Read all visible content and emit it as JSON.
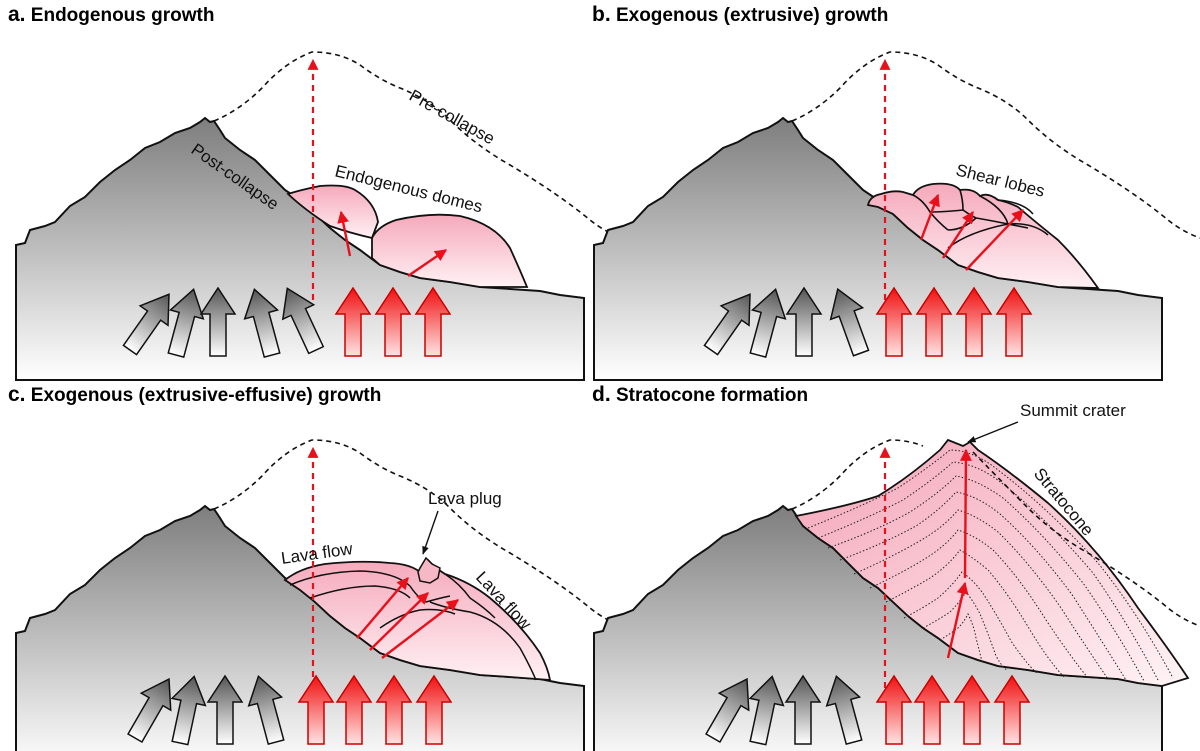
{
  "figure": {
    "panels": [
      {
        "letter": "a.",
        "title": "Endogenous growth",
        "labels": {
          "pre_collapse": "Pre-collapse",
          "post_collapse": "Post-collapse",
          "domes": "Endogenous domes"
        }
      },
      {
        "letter": "b.",
        "title": "Exogenous (extrusive) growth",
        "labels": {
          "lobes": "Shear lobes"
        }
      },
      {
        "letter": "c.",
        "title": "Exogenous (extrusive-effusive) growth",
        "labels": {
          "lava_plug": "Lava plug",
          "lava_flow_left": "Lava flow",
          "lava_flow_right": "Lava flow"
        }
      },
      {
        "letter": "d.",
        "title": "Stratocone formation",
        "labels": {
          "summit_crater": "Summit crater",
          "stratocone": "Stratocone"
        }
      }
    ],
    "colors": {
      "magma_red": "#e8101a",
      "lava_pink": "#f7b8c6",
      "cone_grey": "#8a8a8a",
      "outline": "#111111"
    }
  }
}
